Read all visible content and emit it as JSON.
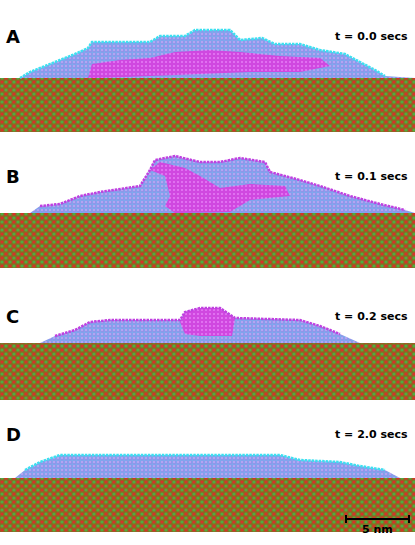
{
  "diagram": {
    "labels": [
      "A",
      "t = 0.0 secs",
      "B",
      "t = 0.1 secs",
      "C",
      "t = 0.2 secs",
      "D",
      "t = 2.0 secs",
      "5 nm"
    ]
  }
}
